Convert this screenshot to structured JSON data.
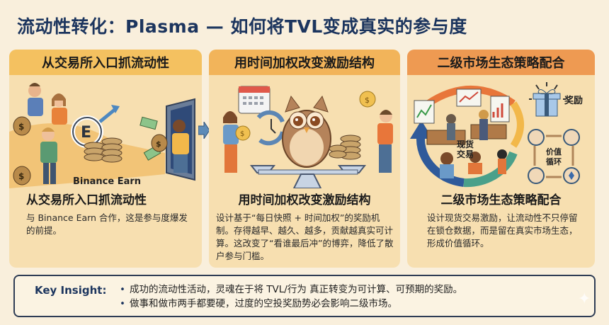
{
  "title": "流动性转化：Plasma — 如何将TVL变成真实的参与度",
  "cards": [
    {
      "header": "从交易所入口抓流动性",
      "illustration": {
        "brand_label": "Binance Earn",
        "coin_letter": "E",
        "icons": [
          "people-icon",
          "money-bag-icon",
          "coin-stack-icon",
          "cash-icon",
          "door-icon",
          "arrow-right-icon"
        ]
      },
      "subtitle": "从交易所入口抓流动性",
      "body": "与 Binance Earn 合作，这是参与度爆发的前提。"
    },
    {
      "header": "用时间加权改变激励结构",
      "illustration": {
        "icons": [
          "calendar-icon",
          "clock-cycle-icon",
          "owl-icon",
          "balance-scale-icon",
          "coin-stack-icon",
          "coin-icon"
        ]
      },
      "subtitle": "用时间加权改变激励结构",
      "body": "设计基于“每日快照 + 时间加权”的奖励机制。存得越早、越久、越多，贡献越真实可计算。这改变了“看谁最后冲”的博弈，降低了散户参与门槛。"
    },
    {
      "header": "二级市场生态策略配合",
      "illustration": {
        "spot_label_line1": "现货",
        "spot_label_line2": "交易",
        "reward_label": "奖励",
        "cycle_label_line1": "价值",
        "cycle_label_line2": "循环",
        "icons": [
          "trading-desk-icon",
          "chart-icon",
          "gift-icon",
          "cycle-arrows-icon",
          "user-icon",
          "ethereum-icon"
        ]
      },
      "subtitle": "二级市场生态策略配合",
      "body": "设计现货交易激励，让流动性不只停留在锁仓数据，而是留在真实市场生态，形成价值循环。"
    }
  ],
  "key_insight": {
    "label": "Key Insight:",
    "points": [
      "成功的流动性活动，灵魂在于将 TVL/行为 真正转变为可计算、可预期的奖励。",
      "做事和做市两手都要硬，过度的空投奖励势必会影响二级市场。"
    ]
  },
  "colors": {
    "background": "#f9efdc",
    "title": "#1c355e",
    "card_bg": "#f7dfb0",
    "header1": "#f4c160",
    "header2": "#f2b45a",
    "header3": "#ee9a52",
    "insight_border": "#2f3d55"
  }
}
